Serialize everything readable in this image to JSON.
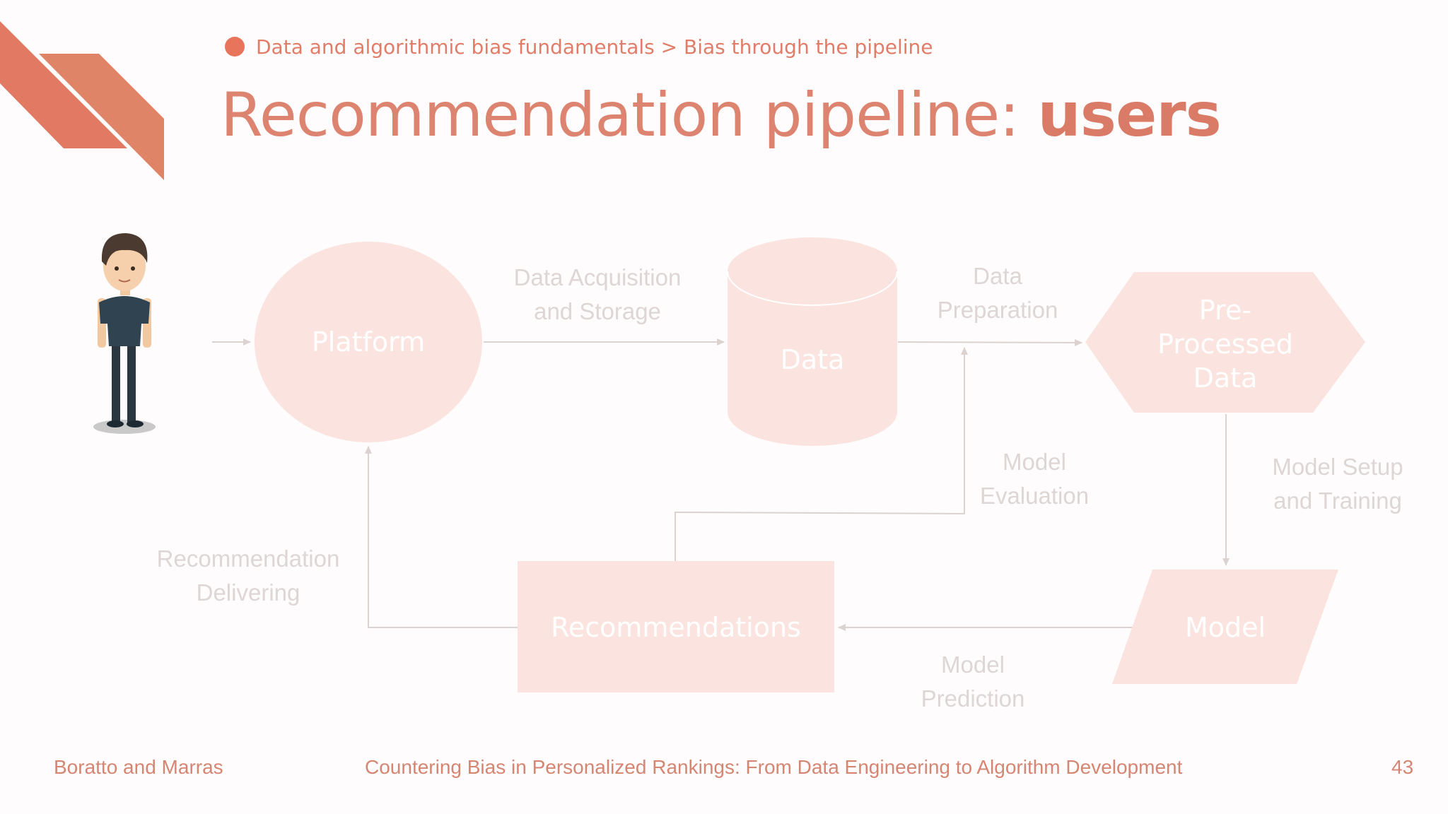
{
  "breadcrumb": {
    "text": "Data and algorithmic bias fundamentals > Bias through the pipeline"
  },
  "title": {
    "plain": "Recommendation pipeline: ",
    "bold": "users"
  },
  "diagram": {
    "nodes": {
      "platform": "Platform",
      "data": "Data",
      "preprocessed": [
        "Pre-",
        "Processed",
        "Data"
      ],
      "model": "Model",
      "recommendations": "Recommendations"
    },
    "edges": {
      "acquisition": [
        "Data Acquisition",
        "and Storage"
      ],
      "preparation": [
        "Data",
        "Preparation"
      ],
      "setup": [
        "Model Setup",
        "and Training"
      ],
      "prediction": [
        "Model",
        "Prediction"
      ],
      "evaluation": [
        "Model",
        "Evaluation"
      ],
      "delivering": [
        "Recommendation",
        "Delivering"
      ]
    }
  },
  "footer": {
    "authors": "Boratto and Marras",
    "talk_title": "Countering Bias in Personalized Rankings: From Data Engineering to Algorithm Development",
    "page": "43"
  },
  "colors": {
    "accent": "#e8745c",
    "faded_shape": "#fbe4df",
    "faded_text": "#ddd6d4",
    "arrow": "#dcd2d0"
  }
}
